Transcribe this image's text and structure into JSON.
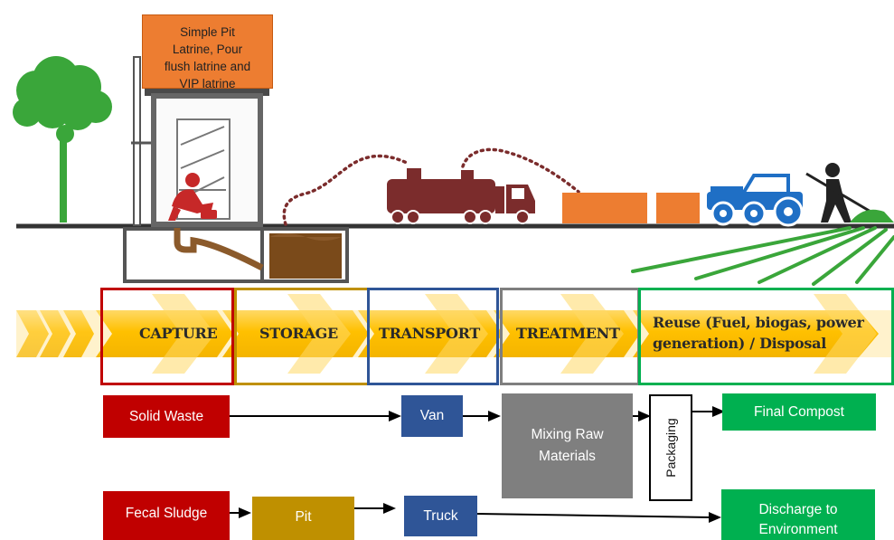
{
  "callout": {
    "lines": [
      "Simple Pit",
      "Latrine, Pour",
      "flush latrine and",
      "VIP latrine"
    ]
  },
  "stages": {
    "capture": "CAPTURE",
    "storage": "STORAGE",
    "transport": "TRANSPORT",
    "treatment": "TREATMENT",
    "reuse_line1": "Reuse (Fuel, biogas, power",
    "reuse_line2": "generation) / Disposal"
  },
  "flow": {
    "solid_waste": "Solid Waste",
    "van": "Van",
    "mixing_line1": "Mixing Raw",
    "mixing_line2": "Materials",
    "packaging": "Packaging",
    "final_compost": "Final Compost",
    "fecal_sludge": "Fecal Sludge",
    "pit": "Pit",
    "truck": "Truck",
    "discharge_line1": "Discharge to",
    "discharge_line2": "Environment"
  },
  "colors": {
    "red": "#c00000",
    "gold": "#bf9000",
    "blue": "#2f5597",
    "grey": "#7f7f7f",
    "green": "#00b050",
    "orange": "#ed7d31",
    "chevron": "#ffc000",
    "tanker": "#7b2c2c",
    "tractor": "#1f6fc5"
  },
  "icons": [
    "tree-icon",
    "latrine-icon",
    "squatting-person-icon",
    "sludge-pit-icon",
    "tanker-truck-icon",
    "compost-block-icon",
    "tractor-icon",
    "farmer-icon"
  ]
}
